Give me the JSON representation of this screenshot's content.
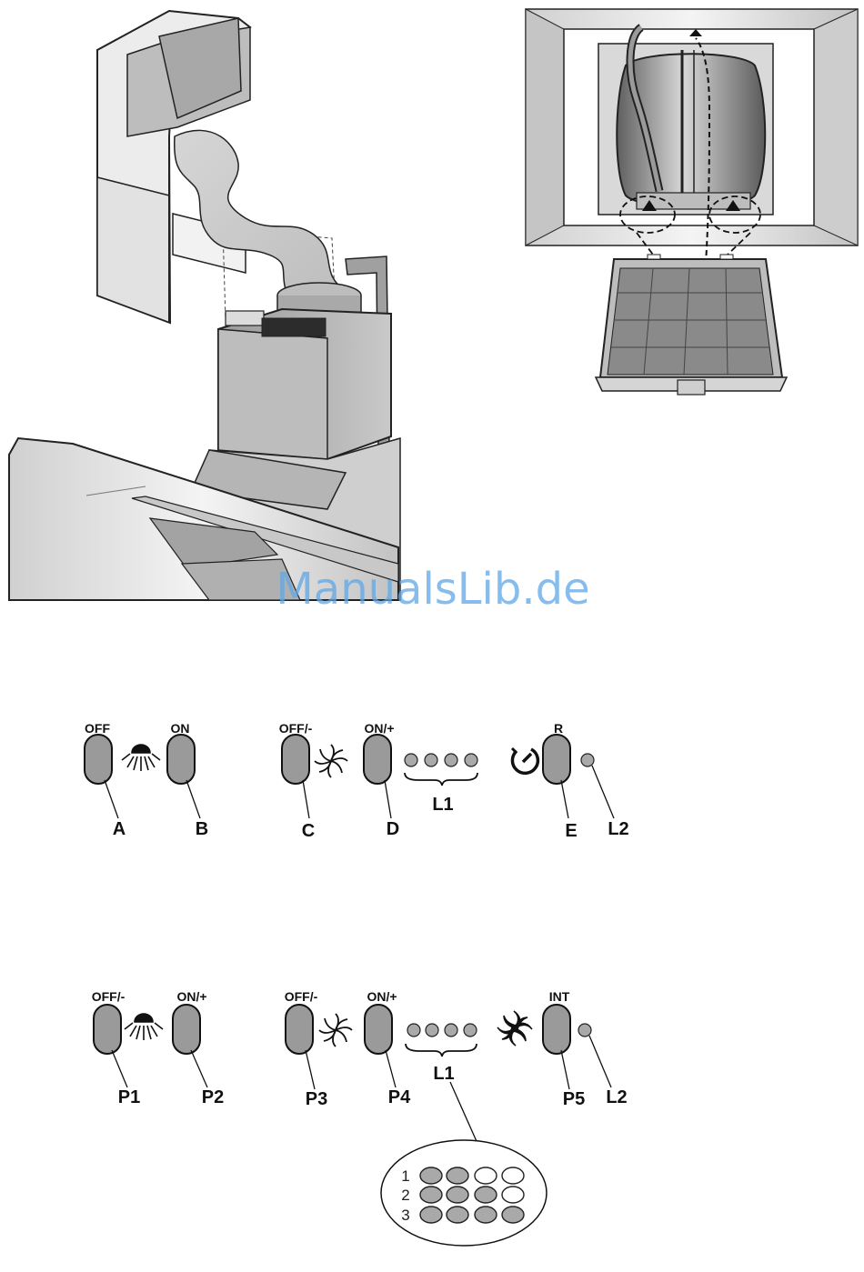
{
  "watermark": "ManualsLib.de",
  "panel1": {
    "labels": {
      "off": "OFF",
      "on": "ON",
      "fan_off": "OFF/-",
      "fan_on": "ON/+",
      "reset": "R",
      "A": "A",
      "B": "B",
      "C": "C",
      "D": "D",
      "E": "E",
      "L1": "L1",
      "L2": "L2"
    },
    "icons": [
      "light-icon",
      "fan-icon",
      "timer-icon"
    ]
  },
  "panel2": {
    "labels": {
      "light_off": "OFF/-",
      "light_on": "ON/+",
      "fan_off": "OFF/-",
      "fan_on": "ON/+",
      "int": "INT",
      "P1": "P1",
      "P2": "P2",
      "P3": "P3",
      "P4": "P4",
      "P5": "P5",
      "L1": "L1",
      "L2": "L2"
    },
    "speed_table": {
      "rows": [
        "1",
        "2",
        "3"
      ],
      "lit": [
        [
          true,
          true,
          false,
          false
        ],
        [
          true,
          true,
          true,
          false
        ],
        [
          true,
          true,
          true,
          true
        ]
      ]
    },
    "colors": {
      "led_on": "#a9a9a9",
      "led_off": "#ffffff",
      "button": "#9a9a9a"
    }
  }
}
